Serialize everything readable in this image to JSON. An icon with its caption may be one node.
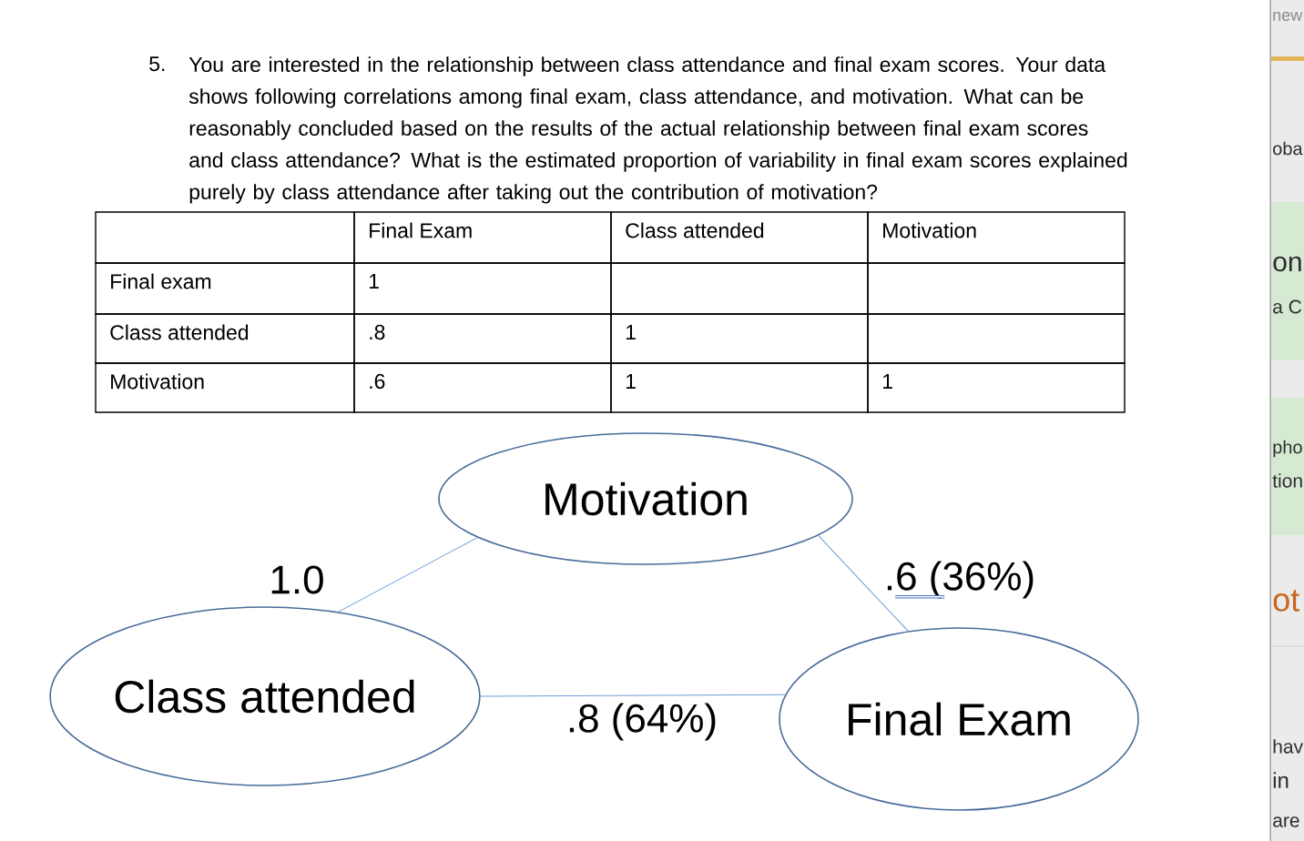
{
  "diagram": {
    "nodes": [
      {
        "text": [
          "Motivation"
        ]
      },
      {
        "text": [
          "Class attended"
        ]
      },
      {
        "text": [
          "Final Exam"
        ]
      }
    ],
    "edges": [
      {
        "from": 0,
        "to": 1,
        "arrow": "none",
        "label": "1.0"
      },
      {
        "from": 0,
        "to": 2,
        "arrow": "none",
        "label": ".6 (36%)"
      },
      {
        "from": 1,
        "to": 2,
        "arrow": "none",
        "label": ".8 (64%)"
      }
    ],
    "labels": [
      "5.",
      "You are interested in the relationship between class attendance and final exam scores. Your data shows following correlations among final exam, class attendance, and motivation. What can be reasonably concluded based on the results of the actual relationship between final exam scores and class attendance? What is the estimated proportion of variability in final exam scores explained purely by class attendance after taking out the contribution of motivation?",
      "Final Exam",
      "Class attended",
      "Motivation",
      "Final exam",
      "1",
      "Class attended",
      ".8",
      "1",
      "Motivation",
      ".6",
      "1",
      "1",
      "new",
      "oba",
      "on",
      "a C",
      "pho",
      "tion",
      "ot",
      "hav",
      "in",
      "are"
    ]
  }
}
